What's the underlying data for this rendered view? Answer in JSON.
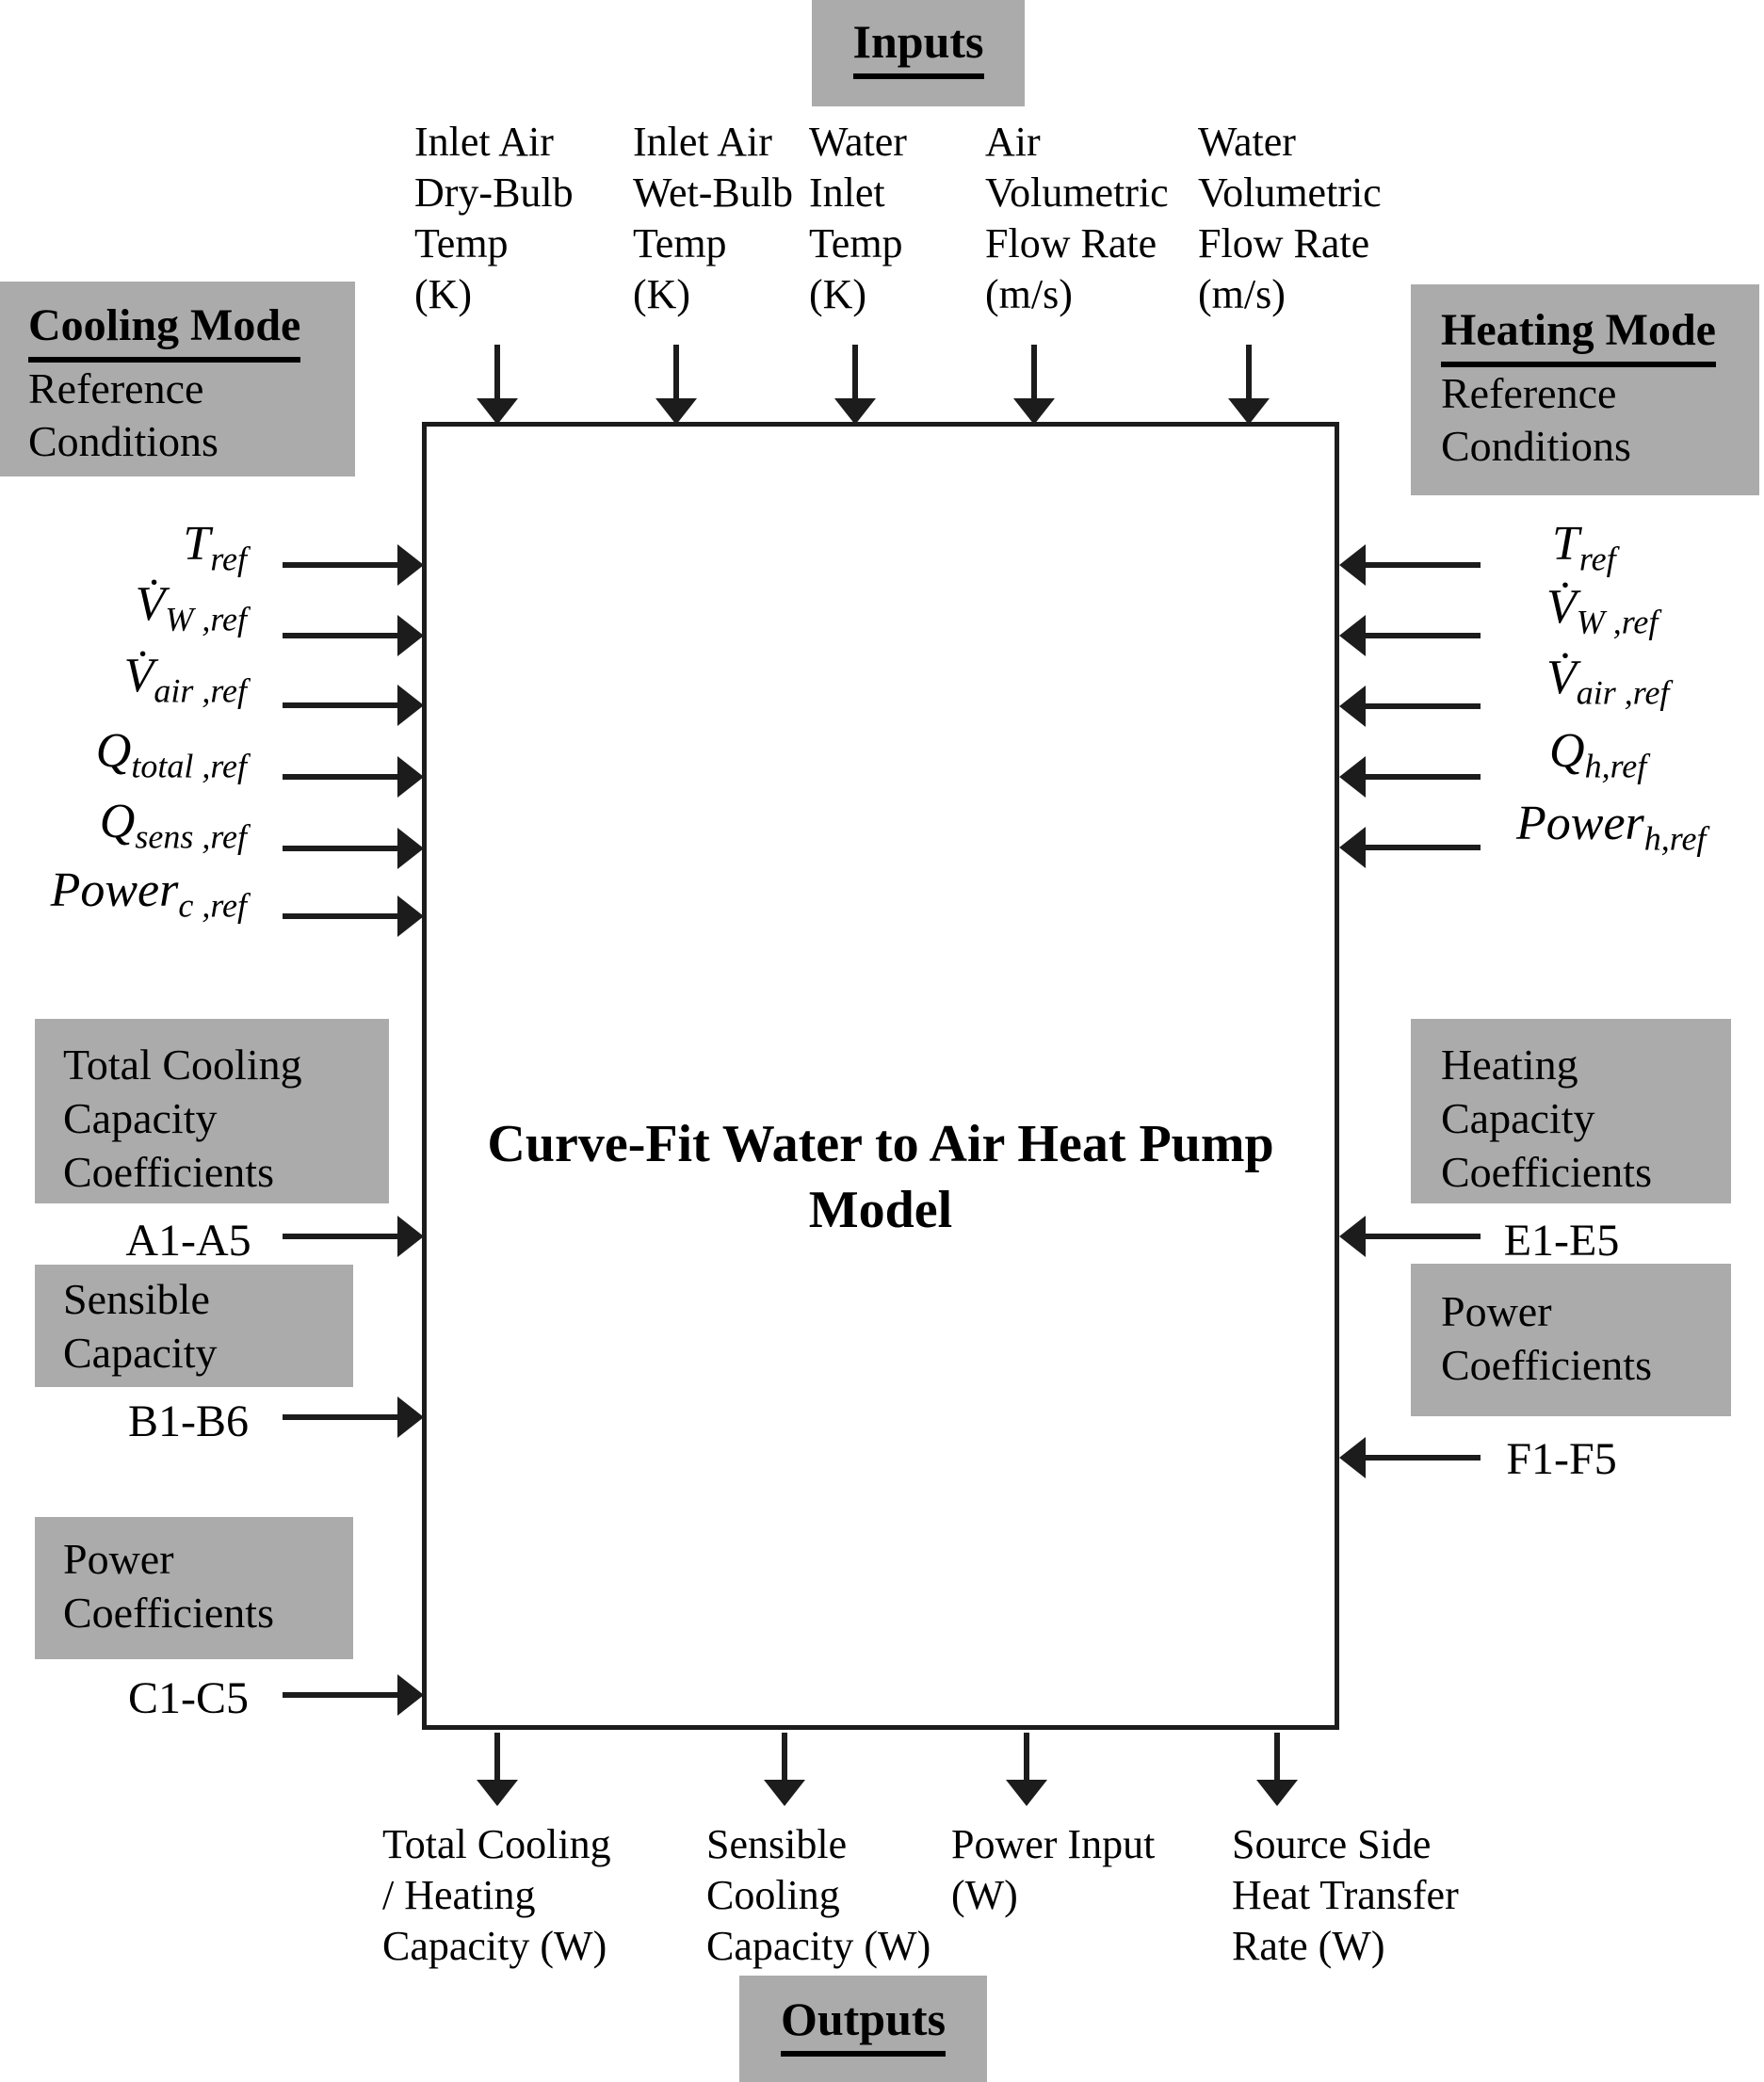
{
  "colors": {
    "gray_box": "#ababab",
    "line": "#1c1c1c",
    "background": "#ffffff"
  },
  "model_box": {
    "title": "Curve-Fit Water to Air Heat Pump\nModel"
  },
  "inputs": {
    "header": "Inputs",
    "columns": [
      {
        "label": "Inlet Air\nDry-Bulb\nTemp\n(K)"
      },
      {
        "label": "Inlet Air\nWet-Bulb\nTemp\n(K)"
      },
      {
        "label": "Water\nInlet\nTemp\n(K)"
      },
      {
        "label": "Air\nVolumetric\nFlow Rate\n(m/s)"
      },
      {
        "label": "Water\nVolumetric\nFlow Rate\n(m/s)"
      }
    ]
  },
  "outputs": {
    "header": "Outputs",
    "columns": [
      {
        "label": "Total Cooling\n/ Heating\nCapacity (W)"
      },
      {
        "label": "Sensible\nCooling\nCapacity (W)"
      },
      {
        "label": "Power Input\n(W)"
      },
      {
        "label": "Source Side\nHeat Transfer\nRate (W)"
      }
    ]
  },
  "cooling_mode": {
    "title": "Cooling Mode",
    "subtitle": "Reference\nConditions",
    "references": [
      {
        "base": "T",
        "sub": "ref"
      },
      {
        "base": "V̇",
        "sub": "W ,ref"
      },
      {
        "base": "V̇",
        "sub": "air ,ref"
      },
      {
        "base": "Q",
        "sub": "total ,ref"
      },
      {
        "base": "Q",
        "sub": "sens ,ref"
      },
      {
        "base": "Power",
        "sub": "c ,ref"
      }
    ],
    "coefficient_groups": [
      {
        "box": "Total Cooling\nCapacity\nCoefficients",
        "range": "A1-A5"
      },
      {
        "box": "Sensible\nCapacity",
        "range": "B1-B6"
      },
      {
        "box": "Power\nCoefficients",
        "range": "C1-C5"
      }
    ]
  },
  "heating_mode": {
    "title": "Heating Mode",
    "subtitle": "Reference\nConditions",
    "references": [
      {
        "base": "T",
        "sub": "ref"
      },
      {
        "base": "V̇",
        "sub": "W ,ref"
      },
      {
        "base": "V̇",
        "sub": "air ,ref"
      },
      {
        "base": "Q",
        "sub": "h,ref"
      },
      {
        "base": "Power",
        "sub": "h,ref"
      }
    ],
    "coefficient_groups": [
      {
        "box": "Heating\nCapacity\nCoefficients",
        "range": "E1-E5"
      },
      {
        "box": "Power\nCoefficients",
        "range": "F1-F5"
      }
    ]
  }
}
